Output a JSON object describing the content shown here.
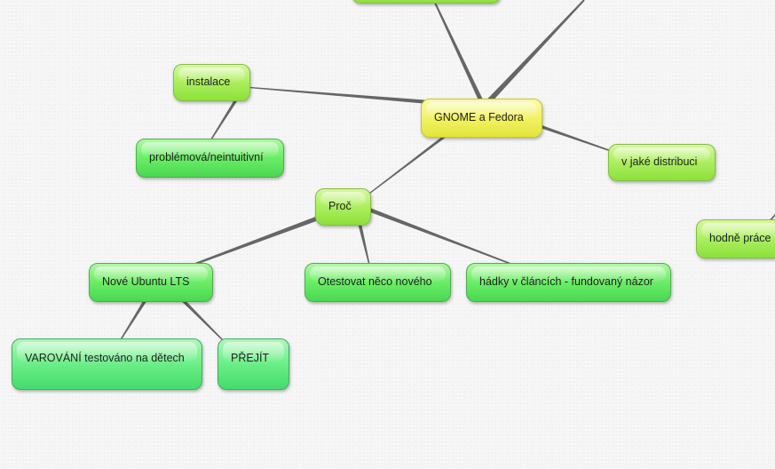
{
  "map": {
    "nodes": [
      {
        "id": "top",
        "label": ""
      },
      {
        "id": "gnome",
        "label": "GNOME a Fedora"
      },
      {
        "id": "instalace",
        "label": "instalace"
      },
      {
        "id": "problemova",
        "label": "problémová/neintuitivní"
      },
      {
        "id": "distribuce",
        "label": "v jaké distribuci"
      },
      {
        "id": "hodne",
        "label": "hodně práce"
      },
      {
        "id": "proc",
        "label": "Proč"
      },
      {
        "id": "ubuntu",
        "label": "Nové Ubuntu  LTS"
      },
      {
        "id": "otestovat",
        "label": "Otestovat něco nového"
      },
      {
        "id": "hadky",
        "label": "hádky v článcích - fundovaný názor"
      },
      {
        "id": "varovani",
        "label": "VAROVÁNÍ testováno na dětech"
      },
      {
        "id": "prejit",
        "label": "PŘEJÍT"
      }
    ],
    "links": [
      {
        "from": "gnome",
        "to": "top"
      },
      {
        "from": "gnome",
        "to": "offscreen-top-right"
      },
      {
        "from": "gnome",
        "to": "instalace"
      },
      {
        "from": "instalace",
        "to": "problemova"
      },
      {
        "from": "gnome",
        "to": "distribuce"
      },
      {
        "from": "hodne",
        "to": "offscreen-right"
      },
      {
        "from": "gnome",
        "to": "proc"
      },
      {
        "from": "proc",
        "to": "ubuntu"
      },
      {
        "from": "proc",
        "to": "otestovat"
      },
      {
        "from": "proc",
        "to": "hadky"
      },
      {
        "from": "ubuntu",
        "to": "varovani"
      },
      {
        "from": "ubuntu",
        "to": "prejit"
      }
    ]
  }
}
